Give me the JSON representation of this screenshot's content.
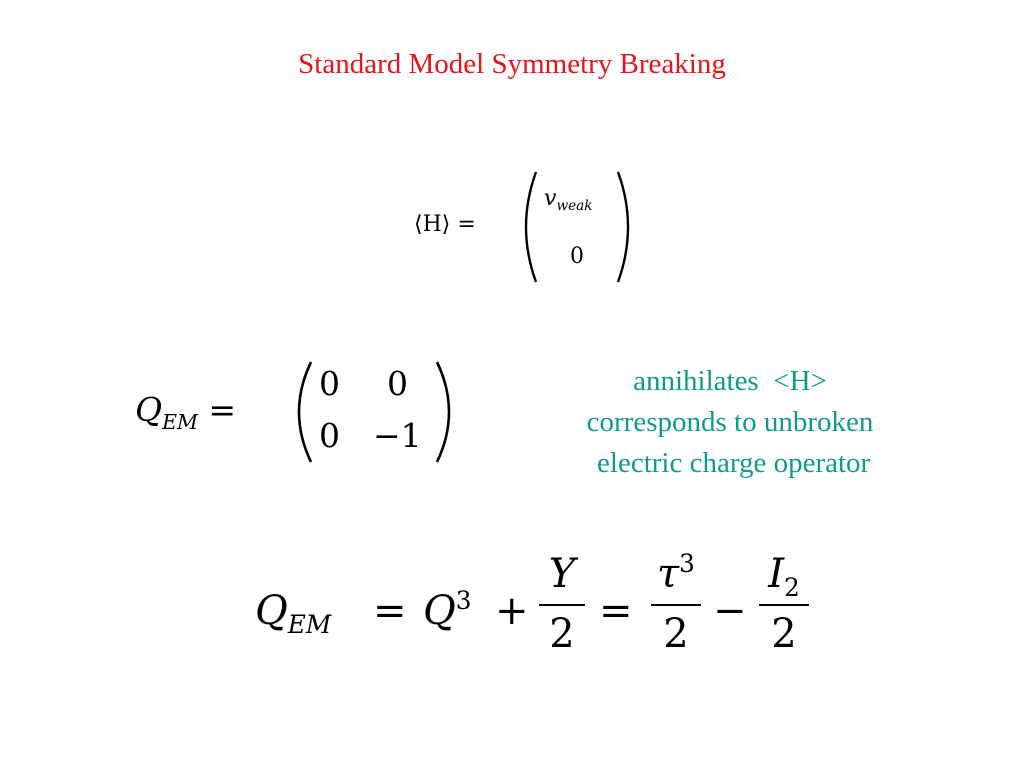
{
  "slide": {
    "title": "Standard Model Symmetry Breaking",
    "title_color": "#e8141a",
    "note_color": "#0e9a8c"
  },
  "higgs_vev": {
    "lhs": "⟨H⟩ =",
    "entries": [
      "v",
      "weak",
      "0"
    ]
  },
  "charge_matrix": {
    "symbol": "Q",
    "subscript": "EM",
    "equals": "=",
    "entries": [
      "0",
      "0",
      "0",
      "−1"
    ]
  },
  "note": {
    "lines": [
      "annihilates  <H>",
      "corresponds to unbroken",
      " electric charge operator"
    ]
  },
  "charge_relation": {
    "lhs_symbol": "Q",
    "lhs_subscript": "EM",
    "eq1": "=",
    "q_symbol": "Q",
    "q_superscript": "3",
    "plus": "+",
    "frac1_num": "Y",
    "frac1_den": "2",
    "eq2": "=",
    "frac2_num": "τ",
    "frac2_num_sup": "3",
    "frac2_den": "2",
    "minus": "−",
    "frac3_num": "I",
    "frac3_num_sub": "2",
    "frac3_den": "2"
  }
}
